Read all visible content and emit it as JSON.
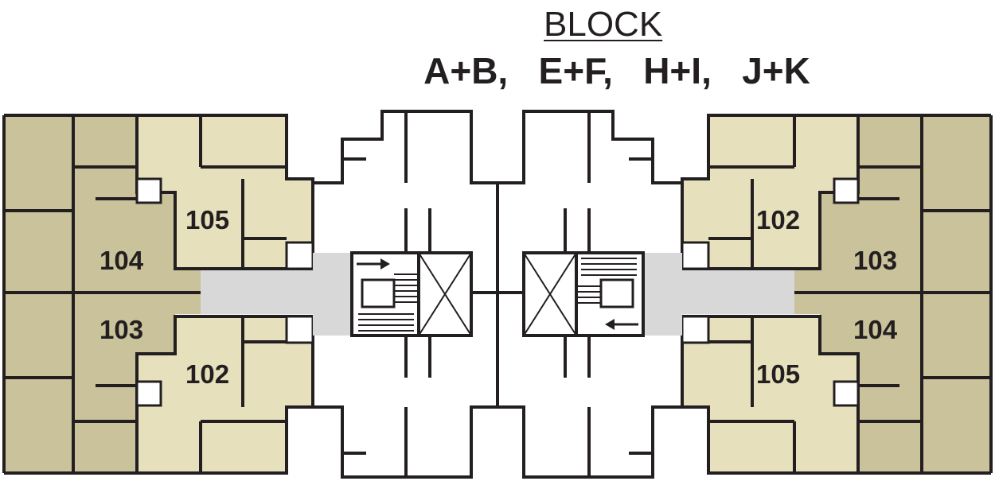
{
  "title": "BLOCK",
  "blocks": "A+B,   E+F,   H+I,   J+K",
  "units": {
    "left_top_small": "105",
    "left_top_large": "104",
    "left_bottom_large": "103",
    "left_bottom_small": "102",
    "right_top_small": "102",
    "right_top_large": "103",
    "right_bottom_large": "104",
    "right_bottom_small": "105"
  },
  "colors": {
    "unit_light": "#e6e0bc",
    "unit_dark": "#c9c29a",
    "corridor": "#d8d8d8",
    "wall": "#231f20"
  }
}
